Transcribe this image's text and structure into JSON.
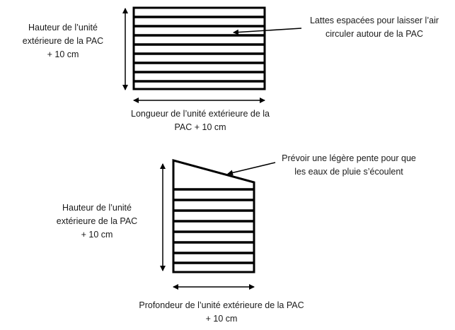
{
  "front_view": {
    "height_label": [
      "Hauteur de l’unité",
      "extérieure de la PAC",
      "+ 10 cm"
    ],
    "length_label": [
      "Longueur de l’unité extérieure de la",
      "PAC + 10 cm"
    ],
    "slats_note": [
      "Lattes espacées pour laisser l’air",
      "circuler autour de la PAC"
    ]
  },
  "side_view": {
    "height_label": [
      "Hauteur de l’unité",
      "extérieure de la PAC",
      "+ 10 cm"
    ],
    "depth_label": [
      "Profondeur de l’unité extérieure de la PAC",
      "+ 10 cm"
    ],
    "slope_note": [
      "Prévoir une légère pente pour que",
      "les eaux de pluie s’écoulent"
    ]
  },
  "colors": {
    "line": "#000000",
    "text": "#1a1a1a",
    "background": "#ffffff"
  }
}
